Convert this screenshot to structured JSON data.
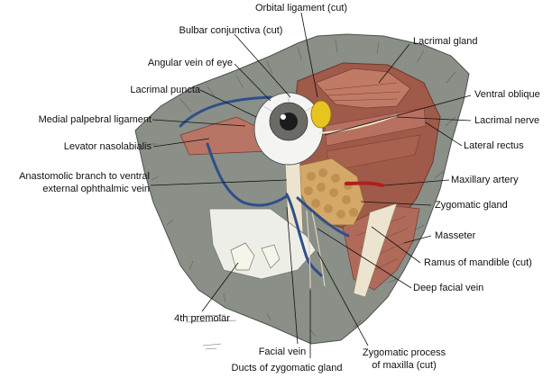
{
  "labels": {
    "orbital_ligament": "Orbital ligament (cut)",
    "bulbar_conjunctiva": "Bulbar conjunctiva (cut)",
    "lacrimal_gland": "Lacrimal gland",
    "angular_vein": "Angular vein of eye",
    "lacrimal_puncta": "Lacrimal puncta",
    "ventral_oblique": "Ventral oblique",
    "medial_palpebral_ligament": "Medial palpebral ligament",
    "lacrimal_nerve": "Lacrimal nerve",
    "levator_nasolabialis": "Levator nasolabialis",
    "lateral_rectus": "Lateral rectus",
    "anastomotic_line1": "Anastomolic branch to ventral",
    "anastomotic_line2": "external ophthalmic vein",
    "maxillary_artery": "Maxillary artery",
    "zygomatic_gland": "Zygomatic gland",
    "masseter": "Masseter",
    "ramus_mandible": "Ramus of mandible (cut)",
    "deep_facial_vein": "Deep facial vein",
    "fourth_premolar": "4th premolar",
    "facial_vein": "Facial vein",
    "zygomatic_process_line1": "Zygomatic process",
    "zygomatic_process_line2": "of maxilla (cut)",
    "ducts_zygomatic_gland": "Ducts of zygomatic gland"
  },
  "colors": {
    "fur": "#8a8f88",
    "fur_dark": "#5d625c",
    "muscle": "#b06a5a",
    "muscle_dark": "#8a4a3e",
    "gland": "#d4a868",
    "vein": "#2f4f8a",
    "artery": "#b02020",
    "bone": "#ece4cf",
    "eye_white": "#f4f4f2",
    "iris": "#6b6b66",
    "lacrimal_yellow": "#e8c420"
  }
}
